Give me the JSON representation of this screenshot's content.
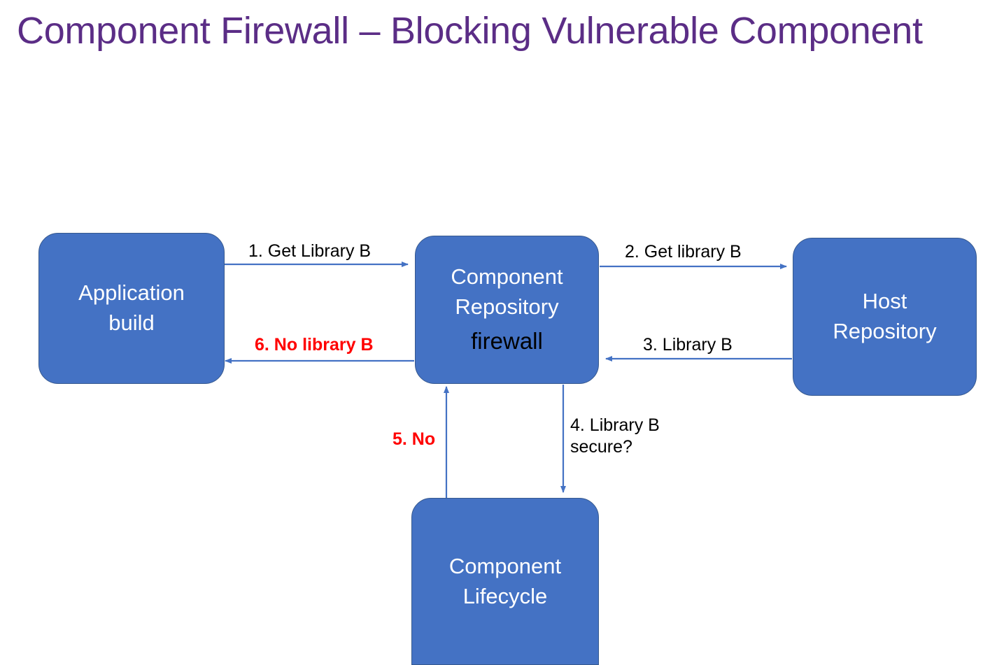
{
  "slide": {
    "title": "Component Firewall – Blocking Vulnerable Component",
    "title_color": "#5B2D86",
    "background": "#ffffff"
  },
  "palette": {
    "node_fill": "#4472C4",
    "node_border": "#36598f",
    "node_text": "#ffffff",
    "connector": "#4472C4",
    "label_text": "#000000",
    "label_alert": "#FF0000"
  },
  "nodes": [
    {
      "id": "application-build",
      "lines": [
        "Application",
        "build"
      ],
      "sub": null
    },
    {
      "id": "component-repository",
      "lines": [
        "Component",
        "Repository"
      ],
      "sub": "firewall"
    },
    {
      "id": "host-repository",
      "lines": [
        "Host",
        "Repository"
      ],
      "sub": null
    },
    {
      "id": "component-lifecycle",
      "lines": [
        "Component",
        "Lifecycle"
      ],
      "sub": null
    }
  ],
  "edges": [
    {
      "id": "edge-1",
      "label": "1. Get Library B",
      "from": "application-build",
      "to": "component-repository",
      "direction": "right",
      "style": "normal"
    },
    {
      "id": "edge-2",
      "label": "2. Get library B",
      "from": "component-repository",
      "to": "host-repository",
      "direction": "right",
      "style": "normal"
    },
    {
      "id": "edge-3",
      "label": "3. Library B",
      "from": "host-repository",
      "to": "component-repository",
      "direction": "left",
      "style": "normal"
    },
    {
      "id": "edge-4",
      "label": "4. Library B\nsecure?",
      "from": "component-repository",
      "to": "component-lifecycle",
      "direction": "down",
      "style": "normal"
    },
    {
      "id": "edge-5",
      "label": "5. No",
      "from": "component-lifecycle",
      "to": "component-repository",
      "direction": "up",
      "style": "alert"
    },
    {
      "id": "edge-6",
      "label": "6. No library B",
      "from": "component-repository",
      "to": "application-build",
      "direction": "left",
      "style": "alert"
    }
  ]
}
